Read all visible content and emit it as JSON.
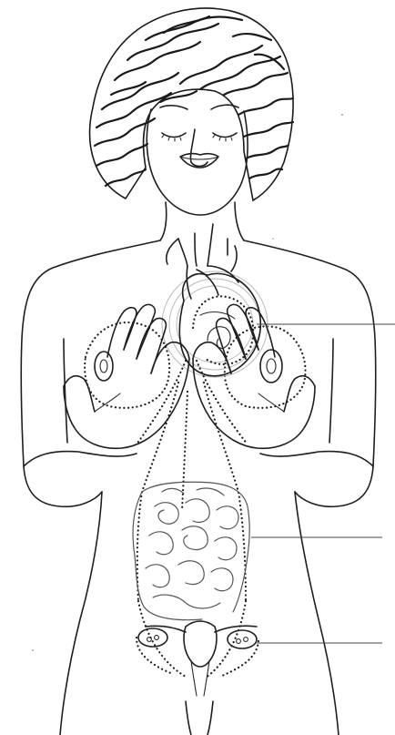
{
  "figure": {
    "subject": "woman-with-hands-over-organs",
    "callouts": [
      {
        "id": "heart-callout",
        "target": "heart"
      },
      {
        "id": "intestines-callout",
        "target": "intestines"
      },
      {
        "id": "ovaries-callout",
        "target": "ovaries"
      }
    ]
  }
}
